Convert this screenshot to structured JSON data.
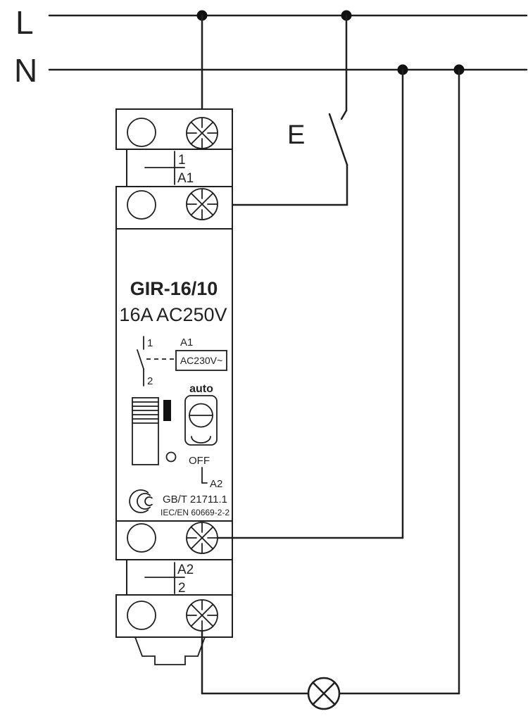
{
  "colors": {
    "wire": "#1f1f1f",
    "text": "#222222",
    "background": "#ffffff",
    "indicator": "#111111"
  },
  "power": {
    "live_label": "L",
    "neutral_label": "N"
  },
  "external_switch": {
    "label": "E"
  },
  "relay": {
    "model": "GIR-16/10",
    "rating": "16A AC250V",
    "top_strip": {
      "contact_label": "1",
      "coil_label": "A1"
    },
    "schematic": {
      "contact_top_label": "1",
      "contact_bottom_label": "2",
      "coil_label": "A1",
      "coil_box_label": "AC230V~",
      "auto_label": "auto",
      "off_label": "OFF",
      "coil_bottom_label": "A2"
    },
    "approvals": {
      "logo": "CCC",
      "standard_cn": "GB/T 21711.1",
      "standard_iec": "IEC/EN 60669-2-2"
    },
    "bottom_strip": {
      "coil_label": "A2",
      "contact_label": "2"
    }
  },
  "icons": {
    "junction": "junction-dot",
    "screw": "screw-terminal-icon",
    "hole": "terminal-hole-icon",
    "lamp": "lamp-icon",
    "ccc": "ccc-logo-icon",
    "switch": "switch-contact-icon"
  }
}
